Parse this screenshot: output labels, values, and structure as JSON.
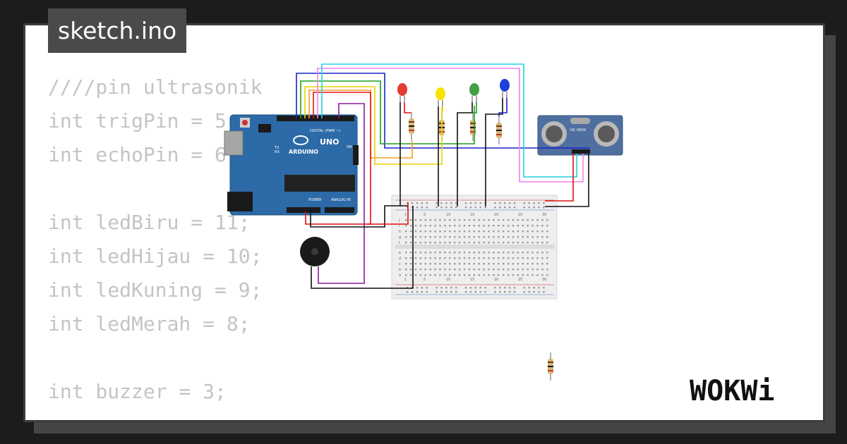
{
  "file": {
    "name": "sketch.ino"
  },
  "code": {
    "lines": [
      "////pin ultrasonik",
      "int trigPin = 5;",
      "int echoPin = 6;",
      "",
      "int ledBiru = 11;",
      "int ledHijau = 10;",
      "int ledKuning = 9;",
      "int ledMerah = 8;",
      "",
      "int buzzer = 3;"
    ]
  },
  "diagram": {
    "board_name": "UNO",
    "board_brand": "ARDUINO",
    "digital_header": "DIGITAL (PWM ~)",
    "analog_header": "ANALOG IN",
    "power_header": "POWER",
    "on_label": "ON",
    "tx_label": "TX",
    "rx_label": "RX",
    "sensor_label": "HC-SR04",
    "led_colors": [
      "#e53935",
      "#f4e400",
      "#43a047",
      "#1e40d8"
    ],
    "breadboard_numbers": [
      "1",
      "5",
      "10",
      "15",
      "20",
      "25",
      "30"
    ],
    "rows_top": [
      "j",
      "i",
      "h",
      "g",
      "f"
    ],
    "rows_bottom": [
      "e",
      "d",
      "c",
      "b",
      "a"
    ],
    "wire_colors": {
      "blue": "#1a23c8",
      "green": "#19a11c",
      "orange": "#f0a020",
      "yellow": "#e8d400",
      "red": "#e01010",
      "cyan": "#21d4e0",
      "pink": "#ee82ee",
      "purple": "#8a1c9a",
      "black": "#111111"
    }
  },
  "brand": {
    "logo": "WOKWi"
  }
}
